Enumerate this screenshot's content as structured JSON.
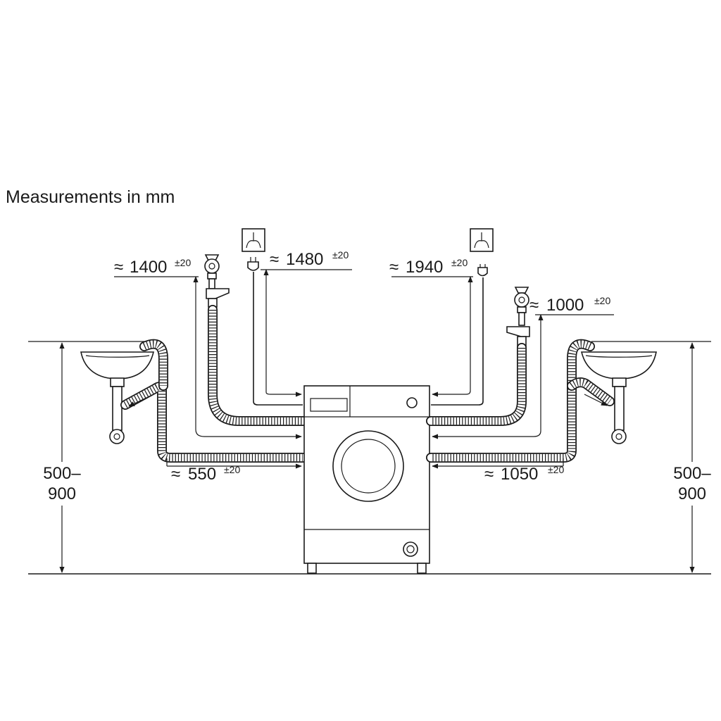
{
  "title": "Measurements in mm",
  "approx_symbol": "≈",
  "tolerance": "±20",
  "height_range": {
    "line1": "500–",
    "line2": "900"
  },
  "dimensions": {
    "left_water_inlet": "1400",
    "left_power_cable": "1480",
    "right_power_cable": "1940",
    "right_water_inlet": "1000",
    "left_drain_hose": "550",
    "right_drain_hose": "1050"
  },
  "icons": [
    "water-tap-icon",
    "power-socket-icon",
    "power-plug-icon",
    "washbasin-icon",
    "washing-machine-icon"
  ]
}
